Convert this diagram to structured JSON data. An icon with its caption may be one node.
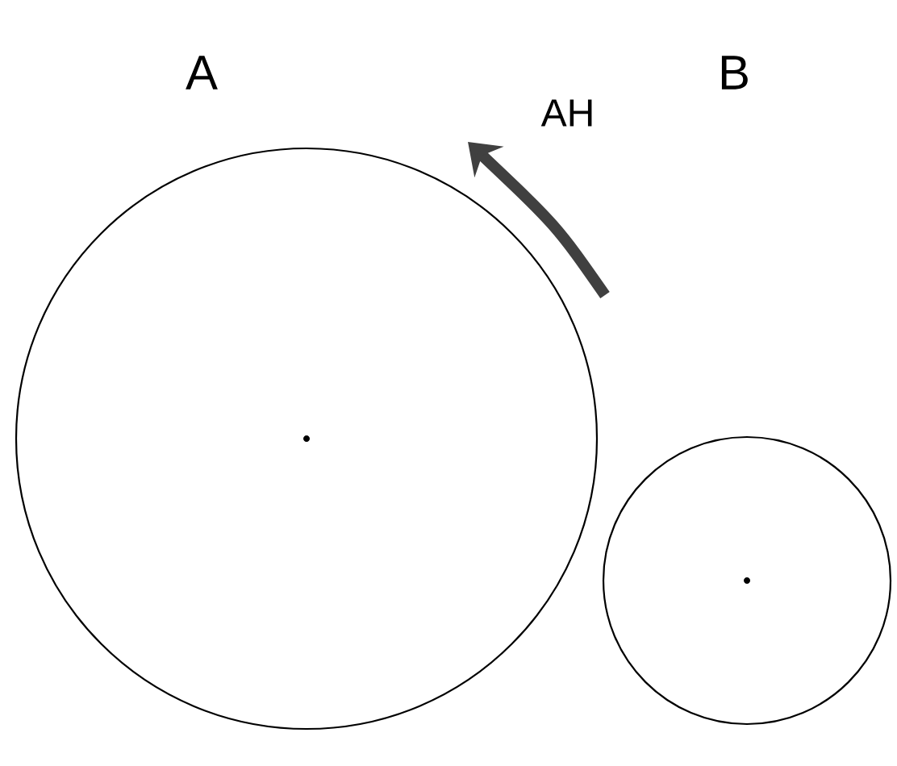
{
  "diagram": {
    "nodes": [
      {
        "text": [],
        "shape": "circle"
      },
      {
        "text": [],
        "shape": "circle"
      }
    ],
    "labels": [
      "A",
      "AH",
      "B"
    ]
  }
}
